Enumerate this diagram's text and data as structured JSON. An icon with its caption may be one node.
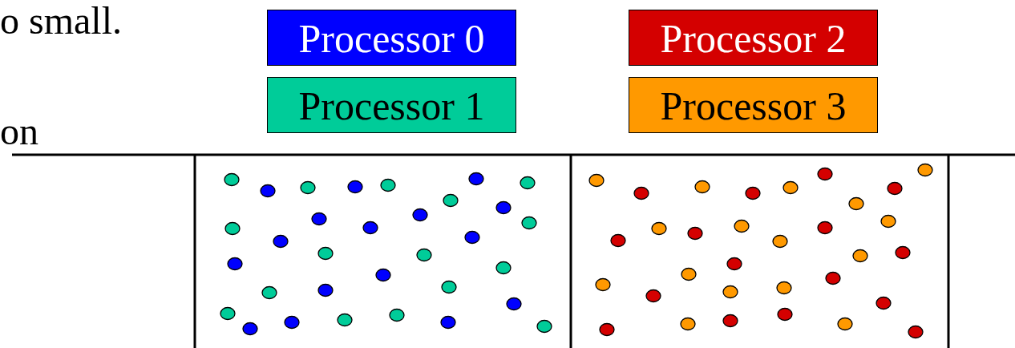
{
  "diagram": {
    "labels": [
      "o small.",
      "on"
    ],
    "legend": [
      {
        "text": "Processor 0",
        "color": "#0000ff"
      },
      {
        "text": "Processor 1",
        "color": "#00cc99"
      },
      {
        "text": "Processor 2",
        "color": "#d40000"
      },
      {
        "text": "Processor 3",
        "color": "#ff9900"
      }
    ]
  }
}
